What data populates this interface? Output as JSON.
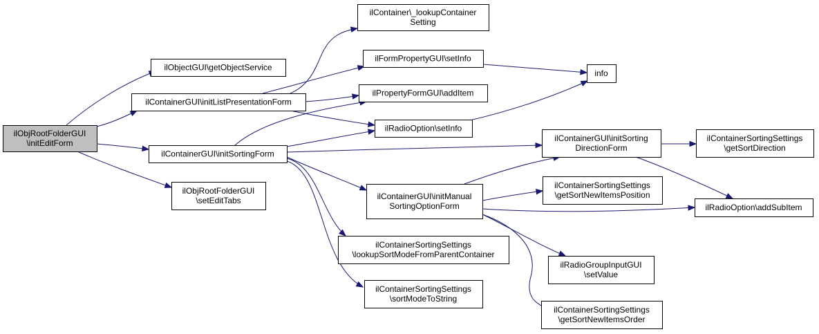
{
  "diagram": {
    "type": "call-graph",
    "edge_color": "#191970",
    "root_fill": "#bfbfbf",
    "nodes": [
      {
        "id": "root",
        "lines": [
          "ilObjRootFolderGUI",
          "\\initEditForm"
        ]
      },
      {
        "id": "getObjectService",
        "lines": [
          "ilObjectGUI\\getObjectService"
        ]
      },
      {
        "id": "initListPresentationForm",
        "lines": [
          "ilContainerGUI\\initListPresentationForm"
        ]
      },
      {
        "id": "initSortingForm",
        "lines": [
          "ilContainerGUI\\initSortingForm"
        ]
      },
      {
        "id": "setEditTabs",
        "lines": [
          "ilObjRootFolderGUI",
          "\\setEditTabs"
        ]
      },
      {
        "id": "lookupContainerSetting",
        "lines": [
          "ilContainer\\_lookupContainer",
          "Setting"
        ]
      },
      {
        "id": "setInfoForm",
        "lines": [
          "ilFormPropertyGUI\\setInfo"
        ]
      },
      {
        "id": "addItem",
        "lines": [
          "ilPropertyFormGUI\\addItem"
        ]
      },
      {
        "id": "setInfoRadio",
        "lines": [
          "ilRadioOption\\setInfo"
        ]
      },
      {
        "id": "initManual",
        "lines": [
          "ilContainerGUI\\initManual",
          "SortingOptionForm"
        ]
      },
      {
        "id": "lookupSortMode",
        "lines": [
          "ilContainerSortingSettings",
          "\\lookupSortModeFromParentContainer"
        ]
      },
      {
        "id": "sortModeToString",
        "lines": [
          "ilContainerSortingSettings",
          "\\sortModeToString"
        ]
      },
      {
        "id": "info",
        "lines": [
          "info"
        ]
      },
      {
        "id": "initSortingDirection",
        "lines": [
          "ilContainerGUI\\initSorting",
          "DirectionForm"
        ]
      },
      {
        "id": "getSortNewItemsPosition",
        "lines": [
          "ilContainerSortingSettings",
          "\\getSortNewItemsPosition"
        ]
      },
      {
        "id": "setValue",
        "lines": [
          "ilRadioGroupInputGUI",
          "\\setValue"
        ]
      },
      {
        "id": "getSortNewItemsOrder",
        "lines": [
          "ilContainerSortingSettings",
          "\\getSortNewItemsOrder"
        ]
      },
      {
        "id": "getSortDirection",
        "lines": [
          "ilContainerSortingSettings",
          "\\getSortDirection"
        ]
      },
      {
        "id": "addSubItem",
        "lines": [
          "ilRadioOption\\addSubItem"
        ]
      }
    ],
    "edges": [
      {
        "from": "root",
        "to": "getObjectService"
      },
      {
        "from": "root",
        "to": "initListPresentationForm"
      },
      {
        "from": "root",
        "to": "initSortingForm"
      },
      {
        "from": "root",
        "to": "setEditTabs"
      },
      {
        "from": "initListPresentationForm",
        "to": "lookupContainerSetting"
      },
      {
        "from": "initListPresentationForm",
        "to": "setInfoForm"
      },
      {
        "from": "initListPresentationForm",
        "to": "addItem"
      },
      {
        "from": "initListPresentationForm",
        "to": "setInfoRadio"
      },
      {
        "from": "initSortingForm",
        "to": "addItem"
      },
      {
        "from": "initSortingForm",
        "to": "setInfoRadio"
      },
      {
        "from": "initSortingForm",
        "to": "initSortingDirection"
      },
      {
        "from": "initSortingForm",
        "to": "initManual"
      },
      {
        "from": "initSortingForm",
        "to": "lookupSortMode"
      },
      {
        "from": "initSortingForm",
        "to": "sortModeToString"
      },
      {
        "from": "setInfoForm",
        "to": "info"
      },
      {
        "from": "setInfoRadio",
        "to": "info"
      },
      {
        "from": "initSortingDirection",
        "to": "getSortDirection"
      },
      {
        "from": "initSortingDirection",
        "to": "addSubItem"
      },
      {
        "from": "initManual",
        "to": "initSortingDirection"
      },
      {
        "from": "initManual",
        "to": "getSortNewItemsPosition"
      },
      {
        "from": "initManual",
        "to": "addSubItem"
      },
      {
        "from": "initManual",
        "to": "setValue"
      },
      {
        "from": "initManual",
        "to": "getSortNewItemsOrder"
      }
    ]
  }
}
